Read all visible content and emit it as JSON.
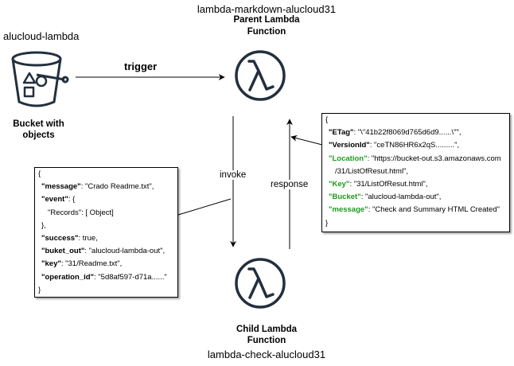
{
  "parent": {
    "name": "lambda-markdown-alucloud31",
    "label_line1": "Parent Lambda",
    "label_line2": "Function"
  },
  "bucket": {
    "name": "alucloud-lambda",
    "label_line1": "Bucket with",
    "label_line2": "objects"
  },
  "child": {
    "label_line1": "Child Lambda",
    "label_line2": "Function",
    "name": "lambda-check-alucloud31"
  },
  "edges": {
    "trigger": "trigger",
    "invoke": "invoke",
    "response": "response"
  },
  "request_payload": {
    "open": "{",
    "lines": [
      {
        "key": "\"message\"",
        "val": ": \"Crado Readme.txt\","
      },
      {
        "key": "\"event\"",
        "val": ": {"
      },
      {
        "key": "",
        "val": "\"Records\": [ Object]",
        "indent": true
      },
      {
        "key": "",
        "val": "},"
      },
      {
        "key": "\"success\"",
        "val": ": true,"
      },
      {
        "key": "\"buket_out\"",
        "val": ": \"alucloud-lambda-out\","
      },
      {
        "key": "\"key\"",
        "val": ": \"31/Readme.txt\","
      },
      {
        "key": "\"operation_id\"",
        "val": ": \"5d8af597-d71a......\""
      }
    ],
    "close": "}"
  },
  "response_payload": {
    "open": "{",
    "lines": [
      {
        "key": "\"ETag\"",
        "val": ": \"\\\"41b22f8069d765d6d9......\\\"\",",
        "green": false
      },
      {
        "key": "\"VersionId\"",
        "val": ": \"ceTN86HR6x2qS.........\",",
        "green": false
      },
      {
        "key": "\"Location\"",
        "val": ": \"https://bucket-out.s3.amazonaws.com",
        "green": true
      },
      {
        "key": "",
        "val": "/31/ListOfResut.html\",",
        "green": false,
        "indent": true
      },
      {
        "key": "\"Key\"",
        "val": ": \"31/ListOfResut.html\",",
        "green": true
      },
      {
        "key": "\"Bucket\"",
        "val": ": \"alucloud-lambda-out\",",
        "green": true
      },
      {
        "key": "\"message\"",
        "val": ": \"Check and Summary HTML Created\"",
        "green": true
      }
    ],
    "close": "}"
  },
  "colors": {
    "icon_stroke": "#232f3e",
    "key_green": "#1b9a1b",
    "line": "#000000"
  },
  "icons": [
    "s3-bucket-icon",
    "lambda-icon",
    "lambda-icon"
  ]
}
